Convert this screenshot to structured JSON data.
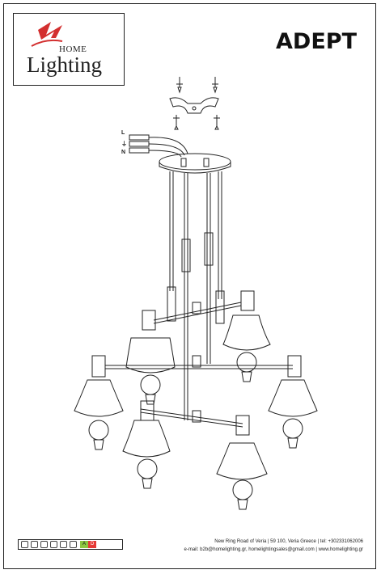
{
  "logo": {
    "home": "HOME",
    "lighting": "Lighting",
    "accent_color": "#d32f2f"
  },
  "product": {
    "name": "ADEPT"
  },
  "wiring": {
    "live": "L",
    "neutral": "N",
    "earth_icon": "earth-ground-icon"
  },
  "footer": {
    "address": "New Ring Road of Veria | 59 100, Veria Greece | tel: +302331062006",
    "contact": "e-mail: b2b@homelighting.gr, homelightingsales@gmail.com | www.homelighting.gr"
  },
  "energy": {
    "class_a": "A",
    "class_d": "D",
    "class_a_color": "#8cc63f",
    "class_d_color": "#e53935"
  }
}
